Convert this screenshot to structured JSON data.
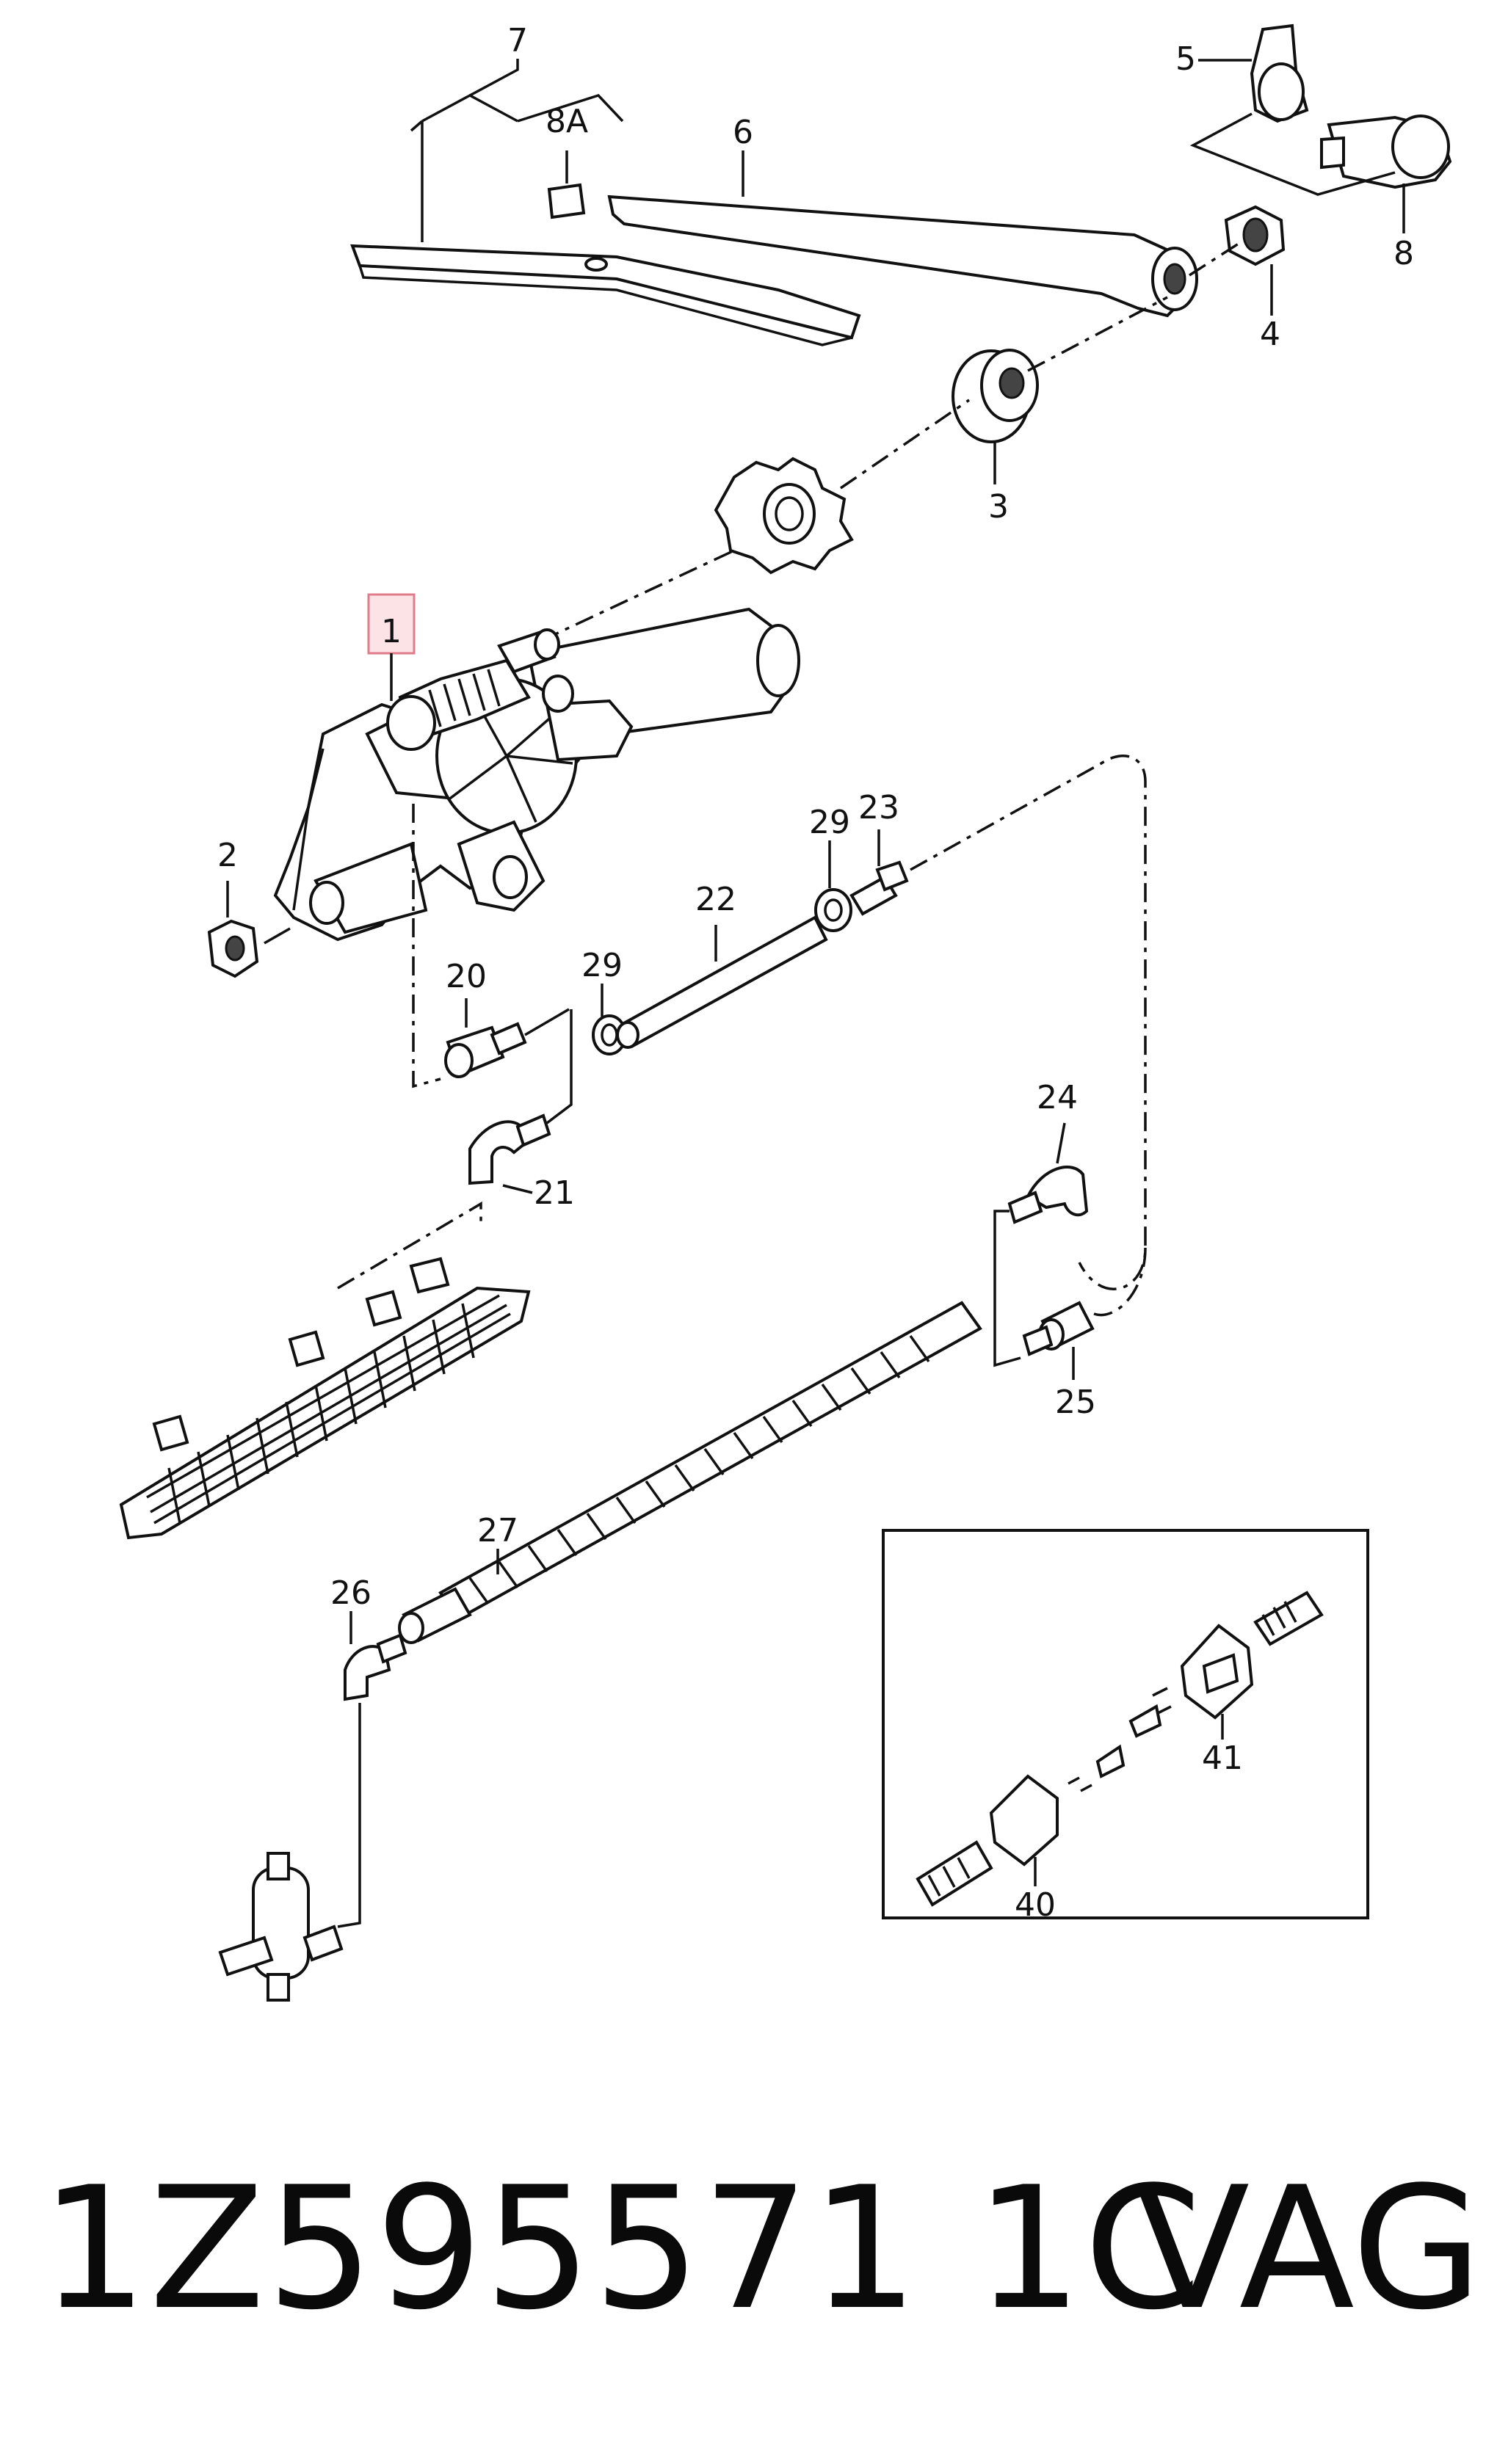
{
  "callouts": {
    "c1": "1",
    "c2": "2",
    "c3": "3",
    "c4": "4",
    "c5": "5",
    "c6": "6",
    "c7": "7",
    "c8": "8",
    "c8a": "8A",
    "c20": "20",
    "c21": "21",
    "c22": "22",
    "c23": "23",
    "c24": "24",
    "c25": "25",
    "c26": "26",
    "c27": "27",
    "c29a": "29",
    "c29b": "29",
    "c40": "40",
    "c41": "41"
  },
  "footer": {
    "part_number": "1Z595571 1C",
    "brand": "VAG"
  },
  "colors": {
    "highlight_box": "#e07b8a",
    "highlight_fill": "#fbe3e6",
    "line": "#111111"
  }
}
